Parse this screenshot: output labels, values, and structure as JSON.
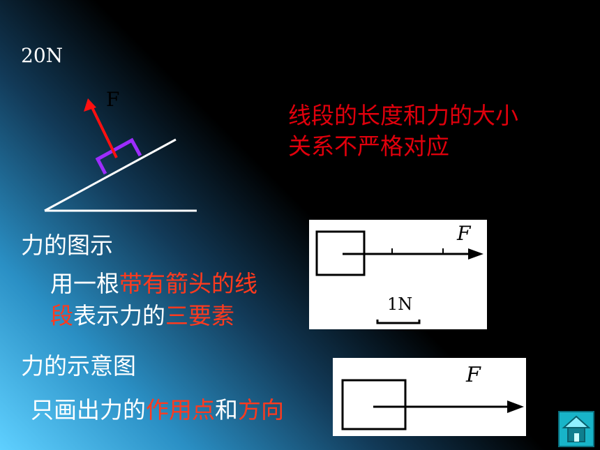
{
  "colors": {
    "accent_red": "#e0000c",
    "highlight": "#ff3a1e",
    "text": "#ffffff",
    "home_button": "#18b4c8"
  },
  "problem": {
    "force_value": "20N",
    "force_label": "F"
  },
  "note": {
    "line1": "线段的长度和力的大小",
    "line2": "关系不严格对应"
  },
  "diagram": {
    "heading": "力的图示",
    "desc_part1": "用一根",
    "desc_part2": "带有箭头的线",
    "desc_part3": "段",
    "desc_part4": "表示力的",
    "desc_part5": "三要素",
    "force_label": "F",
    "scale_label": "1N"
  },
  "sketch": {
    "heading": "力的示意图",
    "desc_part1": "只画出力的",
    "desc_part2": "作用点",
    "desc_part3": "和",
    "desc_part4": "方向",
    "force_label": "F"
  },
  "nav": {
    "home_icon": "home-icon"
  }
}
